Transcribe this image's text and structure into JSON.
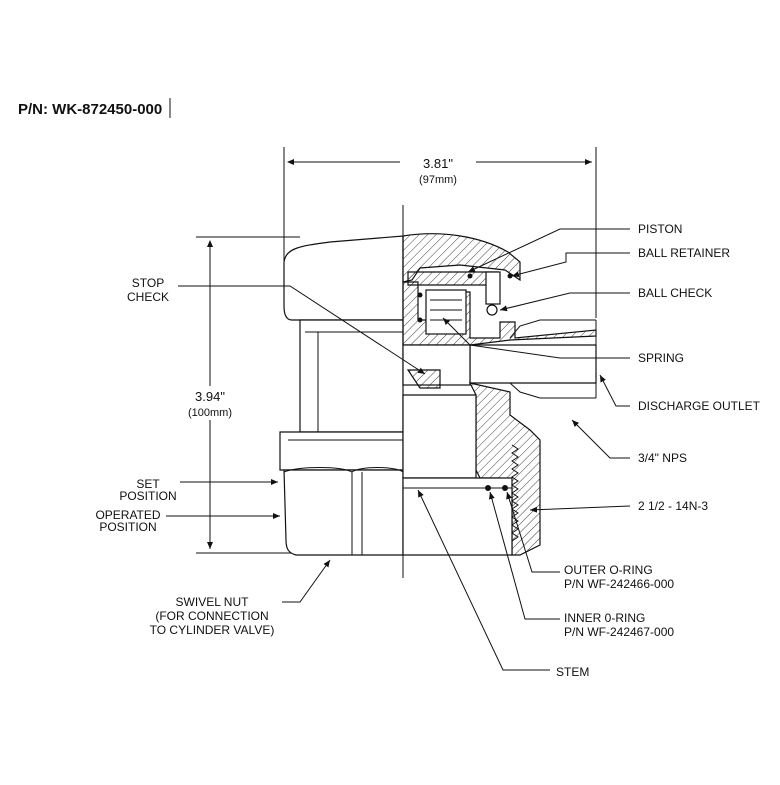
{
  "part_number": "P/N: WK-872450-000",
  "dimensions": {
    "width": {
      "value": "3.81\"",
      "metric": "(97mm)"
    },
    "height": {
      "value": "3.94\"",
      "metric": "(100mm)"
    }
  },
  "callouts": {
    "piston": "PISTON",
    "ball_retainer": "BALL RETAINER",
    "ball_check": "BALL CHECK",
    "spring": "SPRING",
    "discharge_outlet": "DISCHARGE OUTLET",
    "npt": "3/4\" NPS",
    "thread": "2 1/2 - 14N-3",
    "outer_oring": [
      "OUTER O-RING",
      "P/N WF-242466-000"
    ],
    "inner_oring": [
      "INNER 0-RING",
      "P/N WF-242467-000"
    ],
    "stem": "STEM",
    "stop_check": [
      "STOP",
      "CHECK"
    ],
    "set_position": [
      "SET",
      "POSITION"
    ],
    "operated_position": [
      "OPERATED",
      "POSITION"
    ],
    "swivel_nut": [
      "SWIVEL NUT",
      "(FOR CONNECTION",
      "TO CYLINDER VALVE)"
    ]
  }
}
